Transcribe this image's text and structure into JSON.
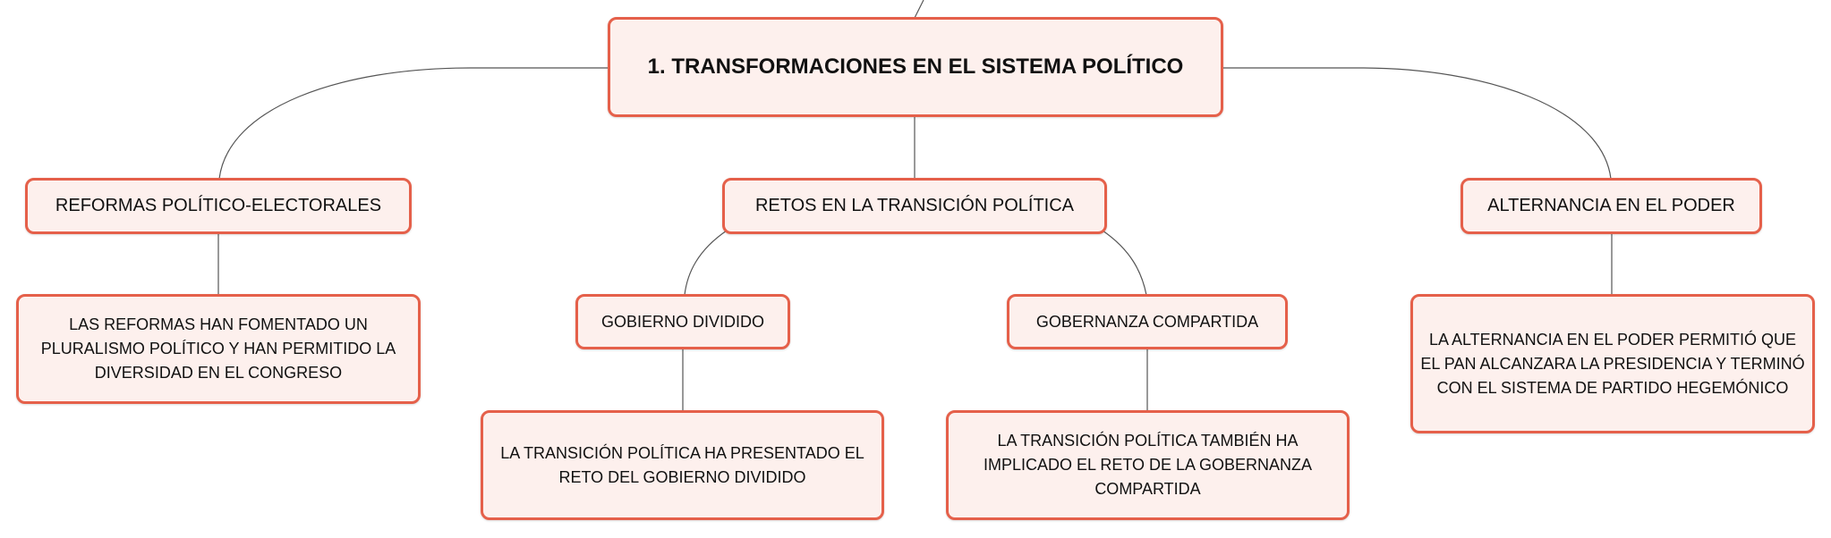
{
  "colors": {
    "node_border": "#e5604a",
    "node_fill": "#fdf0ed",
    "connector": "#555555"
  },
  "root": {
    "label": "1. TRANSFORMACIONES EN EL SISTEMA POLÍTICO"
  },
  "branches": [
    {
      "label": "REFORMAS POLÍTICO-ELECTORALES",
      "detail": "LAS REFORMAS HAN FOMENTADO UN PLURALISMO POLÍTICO Y HAN PERMITIDO LA DIVERSIDAD EN EL CONGRESO"
    },
    {
      "label": "RETOS EN LA TRANSICIÓN POLÍTICA",
      "children": [
        {
          "label": "GOBIERNO DIVIDIDO",
          "detail": "LA TRANSICIÓN POLÍTICA HA PRESENTADO EL RETO DEL GOBIERNO DIVIDIDO"
        },
        {
          "label": "GOBERNANZA COMPARTIDA",
          "detail": "LA TRANSICIÓN POLÍTICA TAMBIÉN HA IMPLICADO EL RETO DE LA GOBERNANZA COMPARTIDA"
        }
      ]
    },
    {
      "label": "ALTERNANCIA EN EL PODER",
      "detail": "LA ALTERNANCIA EN EL PODER PERMITIÓ QUE EL PAN ALCANZARA LA PRESIDENCIA Y TERMINÓ CON EL SISTEMA DE PARTIDO HEGEMÓNICO"
    }
  ]
}
